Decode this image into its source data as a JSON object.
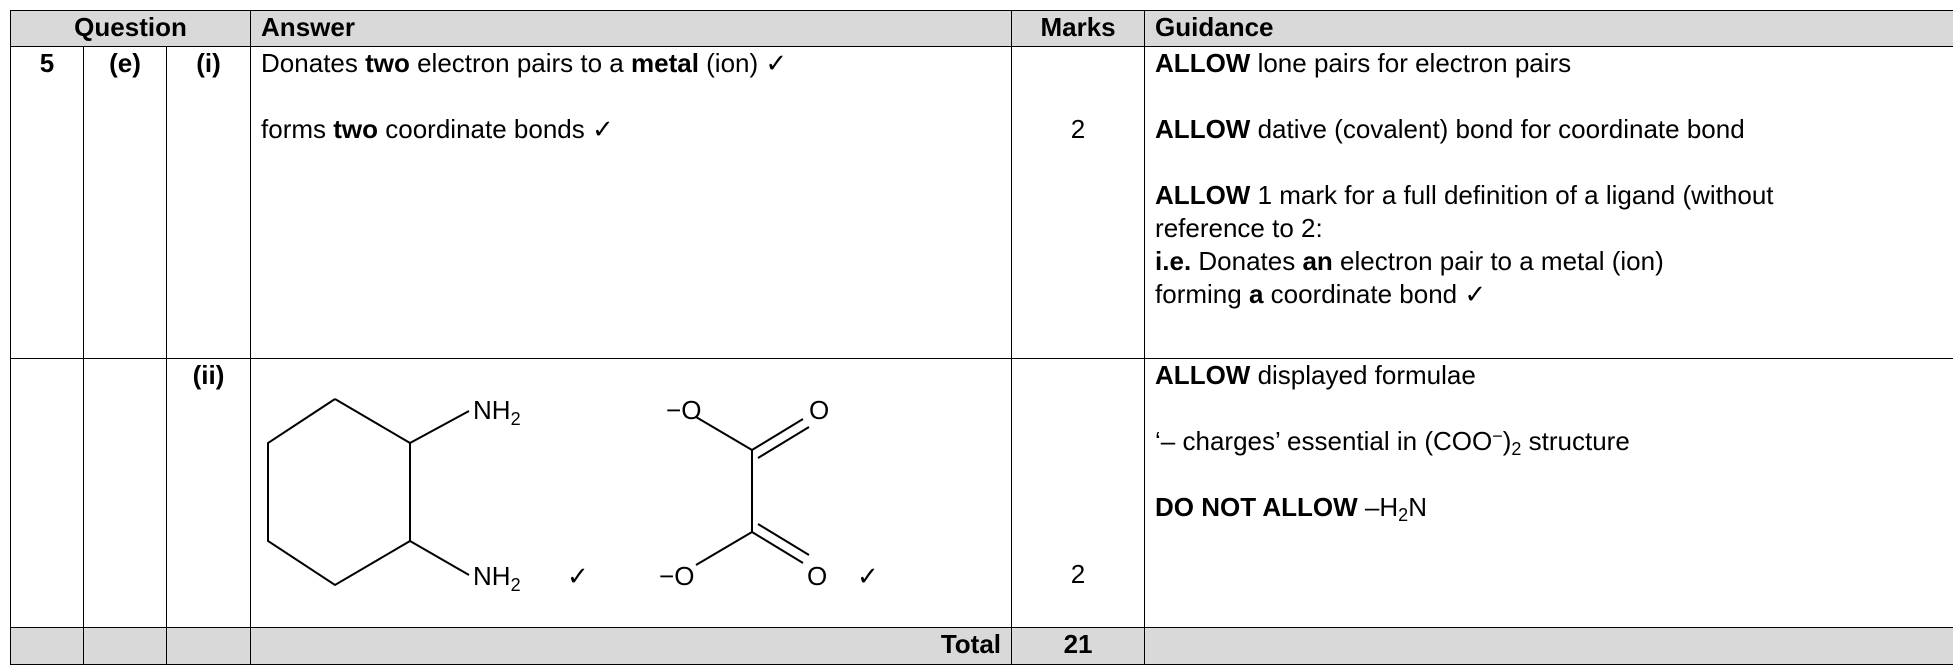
{
  "header": {
    "question": "Question",
    "answer": "Answer",
    "marks": "Marks",
    "guidance": "Guidance"
  },
  "row1": {
    "q_num": "5",
    "q_part": "(e)",
    "q_sub": "(i)",
    "answer_line1": {
      "a": "Donates ",
      "b": "two",
      "c": " electron pairs to a ",
      "d": "metal",
      "e": " (ion) ✓"
    },
    "answer_line2": {
      "a": "forms ",
      "b": "two",
      "c": " coordinate bonds ✓"
    },
    "marks": "2",
    "guidance_1": {
      "bold": "ALLOW",
      "rest": " lone pairs for electron pairs"
    },
    "guidance_2": {
      "bold": "ALLOW",
      "rest": " dative (covalent) bond for coordinate bond"
    },
    "guidance_3": {
      "bold": "ALLOW",
      "rest": " 1 mark for a full definition of a ligand (without"
    },
    "guidance_3b": "reference to 2:",
    "guidance_4": {
      "bold": "i.e.",
      "a": " Donates ",
      "b": "an",
      "c": " electron pair to a metal (ion)"
    },
    "guidance_5": {
      "a": "forming ",
      "b": "a",
      "c": " coordinate bond  ✓"
    }
  },
  "row2": {
    "q_sub": "(ii)",
    "structure_labels": {
      "nh": "NH",
      "sub2": "2",
      "minus": "−",
      "o": "O",
      "tick": "✓"
    },
    "marks": "2",
    "guidance_1": {
      "bold": "ALLOW",
      "rest": " displayed formulae"
    },
    "guidance_2": {
      "a": "‘– charges’ essential in (COO",
      "sup": "−",
      "b": ")",
      "sub": "2",
      "c": " structure"
    },
    "guidance_3": {
      "bold": "DO NOT ALLOW",
      "a": " –H",
      "sub": "2",
      "b": "N"
    }
  },
  "total": {
    "label": "Total",
    "marks": "21"
  }
}
